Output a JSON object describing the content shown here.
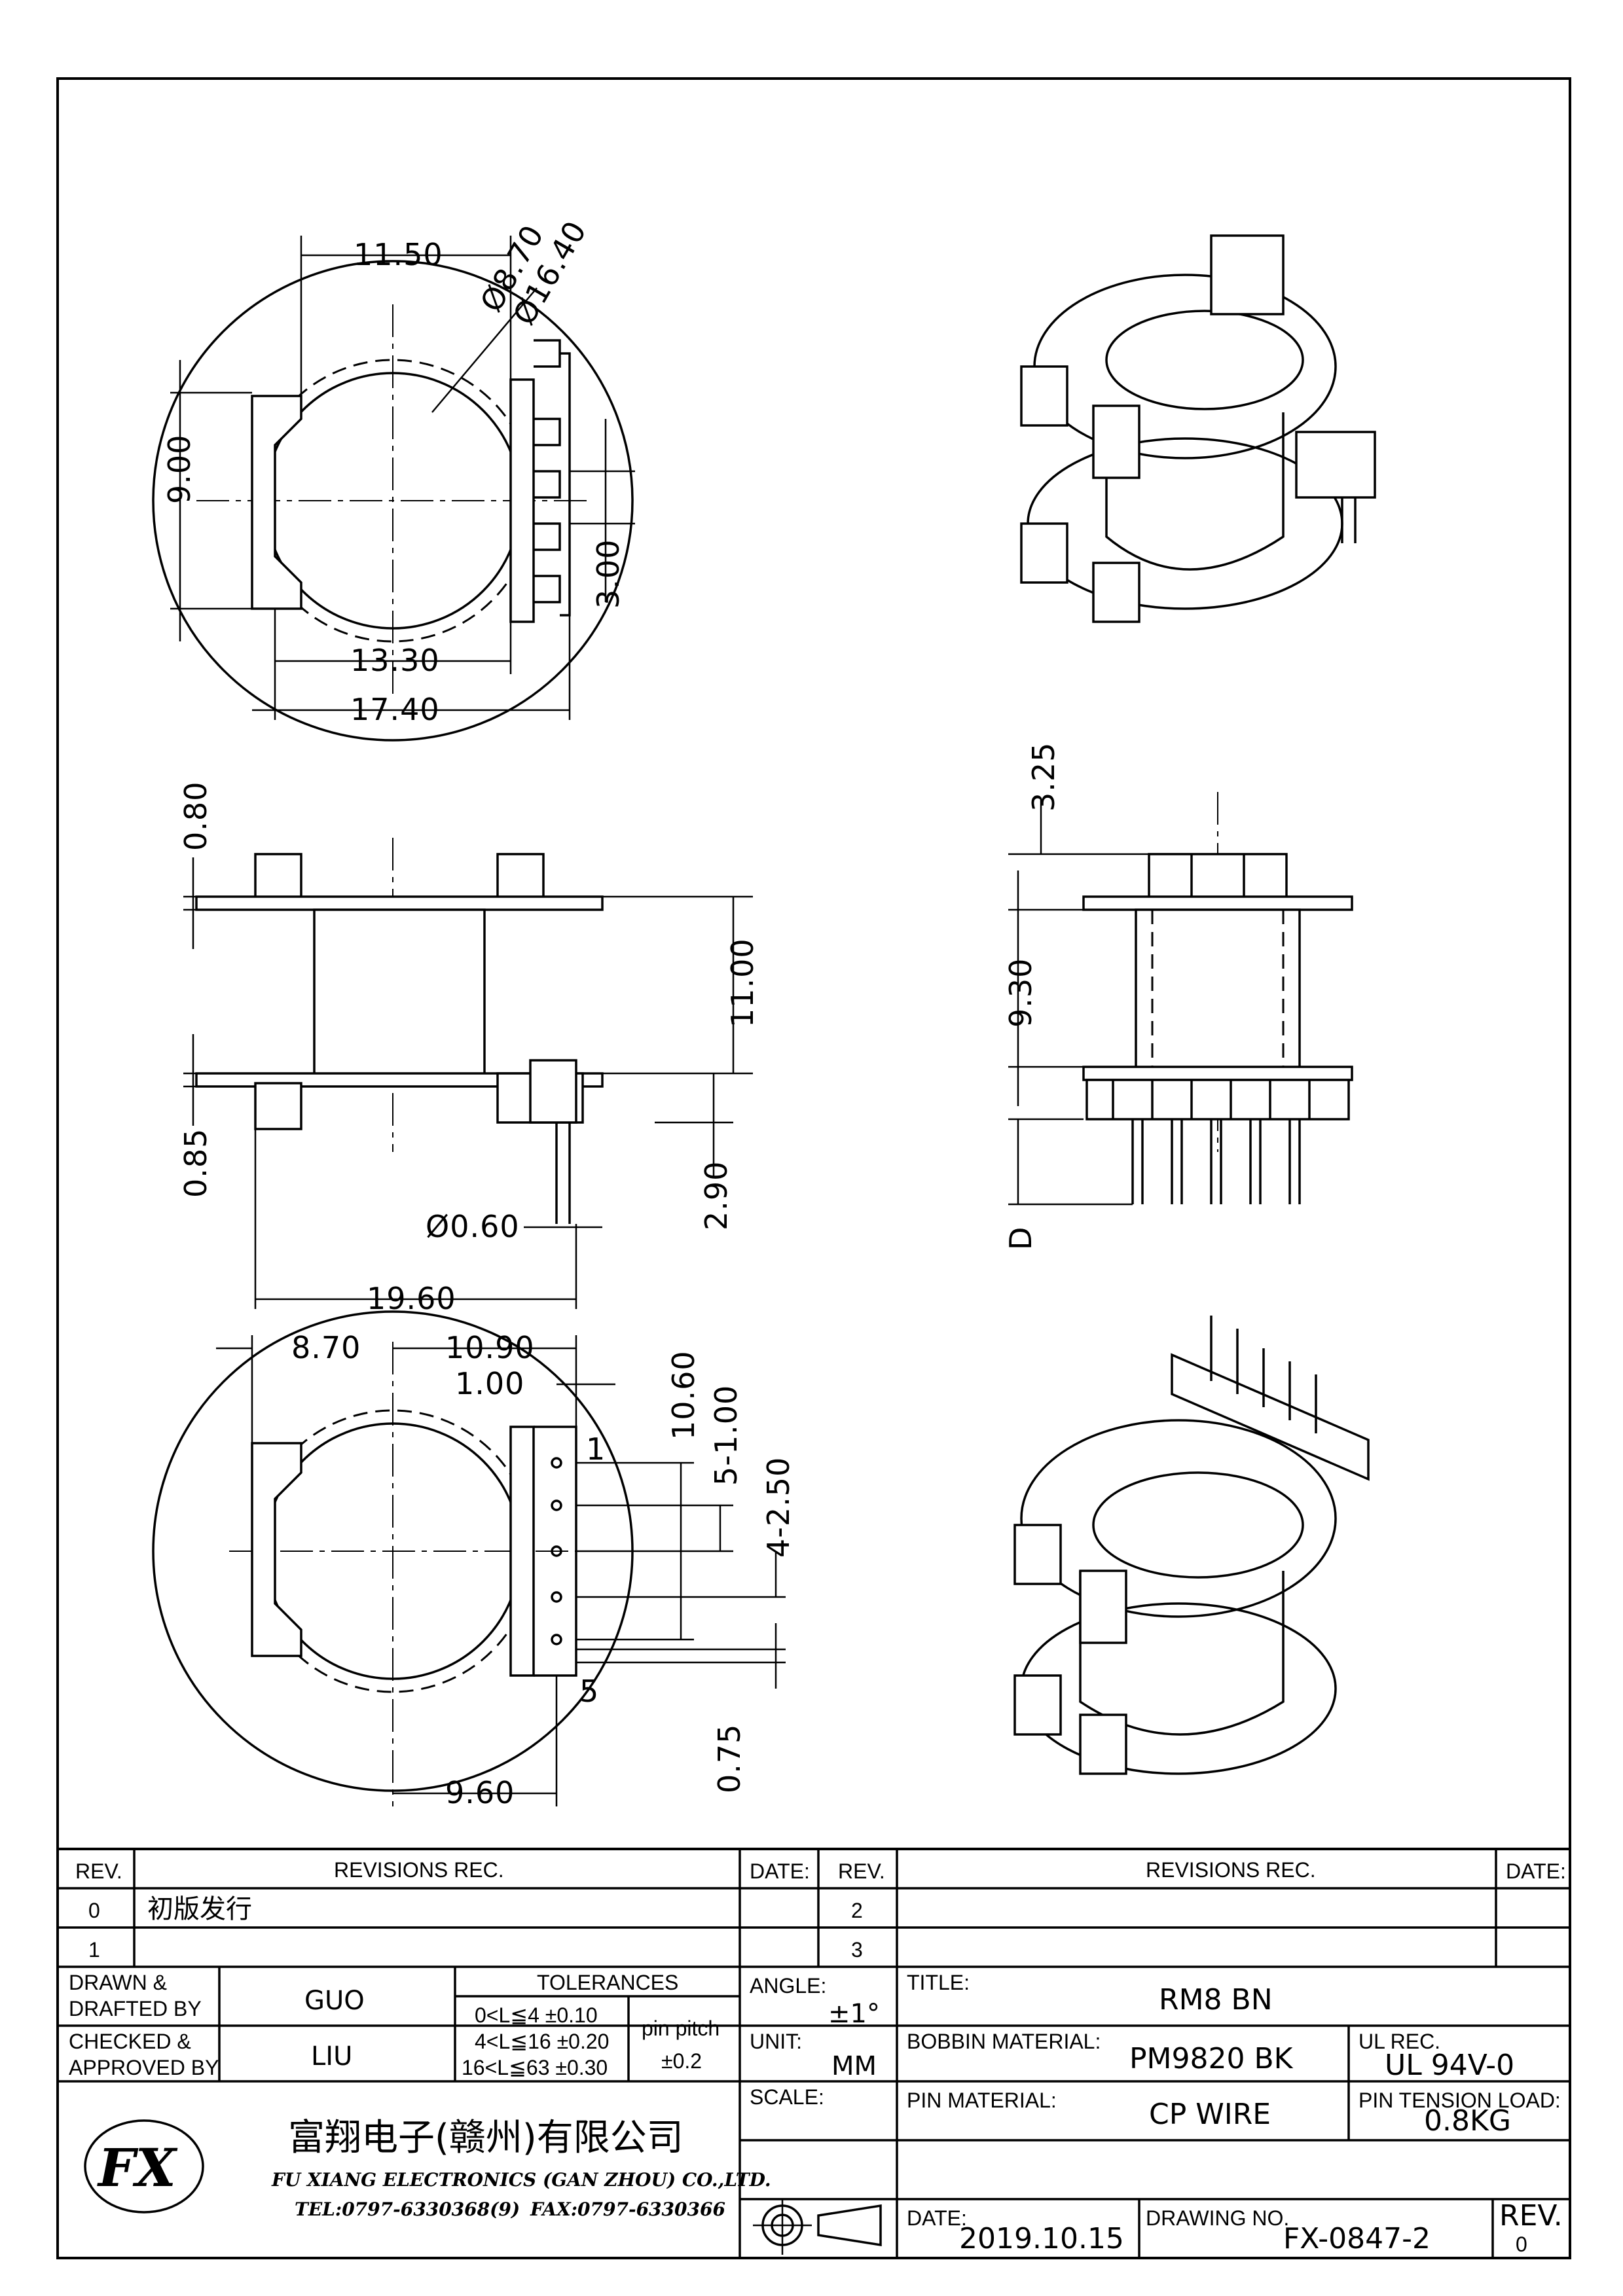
{
  "dimensions": {
    "top_view": [
      "11.50",
      "Ø8.70",
      "Ø16.40",
      "9.00",
      "3.00",
      "13.30",
      "17.40"
    ],
    "front_view": [
      "0.80",
      "11.00",
      "0.85",
      "2.90",
      "Ø0.60",
      "19.60"
    ],
    "side_view": [
      "3.25",
      "9.30",
      "D"
    ],
    "bottom_view": [
      "8.70",
      "10.90",
      "1.00",
      "10.60",
      "5-1.00",
      "4-2.50",
      "0.75",
      "9.60"
    ],
    "pin_labels": [
      "1",
      "5"
    ]
  },
  "title_block": {
    "header": {
      "rev": "REV.",
      "revisions": "REVISIONS  REC.",
      "date": "DATE:",
      "rev2": "REV.",
      "revisions2": "REVISIONS  REC.",
      "date2": "DATE:"
    },
    "rows": [
      {
        "rev": "0",
        "text": "初版发行",
        "rev2": "2"
      },
      {
        "rev": "1",
        "text": "",
        "rev2": "3"
      }
    ],
    "drawn_label_1": "DRAWN &",
    "drawn_label_2": "DRAFTED BY",
    "drawn_value": "GUO",
    "checked_label_1": "CHECKED &",
    "checked_label_2": "APPROVED BY",
    "checked_value": "LIU",
    "tolerances_title": "TOLERANCES",
    "tolerances": [
      "0<L≦4   ±0.10",
      "4<L≦16  ±0.20",
      "16<L≦63 ±0.30"
    ],
    "pin_pitch_label": "pin pitch",
    "pin_pitch_value": "±0.2",
    "angle_label": "ANGLE:",
    "angle_value": "±1°",
    "unit_label": "UNIT:",
    "unit_value": "MM",
    "scale_label": "SCALE:",
    "title_label": "TITLE:",
    "title_value": "RM8 BN",
    "bobbin_label": "BOBBIN MATERIAL:",
    "bobbin_value": "PM9820 BK",
    "ul_label": "UL REC.",
    "ul_value": "UL 94V-0",
    "pin_material_label": "PIN MATERIAL:",
    "pin_material_value": "CP WIRE",
    "tension_label": "PIN TENSION LOAD:",
    "tension_value": "0.8KG",
    "date_label": "DATE:",
    "date_value": "2019.10.15",
    "drawing_no_label": "DRAWING NO.",
    "drawing_no_value": "FX-0847-2",
    "rev_label": "REV.",
    "rev_value": "0",
    "company_cn": "富翔电子(赣州)有限公司",
    "company_en": "FU XIANG ELECTRONICS (GAN ZHOU) CO.,LTD.",
    "tel": "TEL:0797-6330368(9)",
    "fax": "FAX:0797-6330366",
    "logo_text": "FX"
  }
}
